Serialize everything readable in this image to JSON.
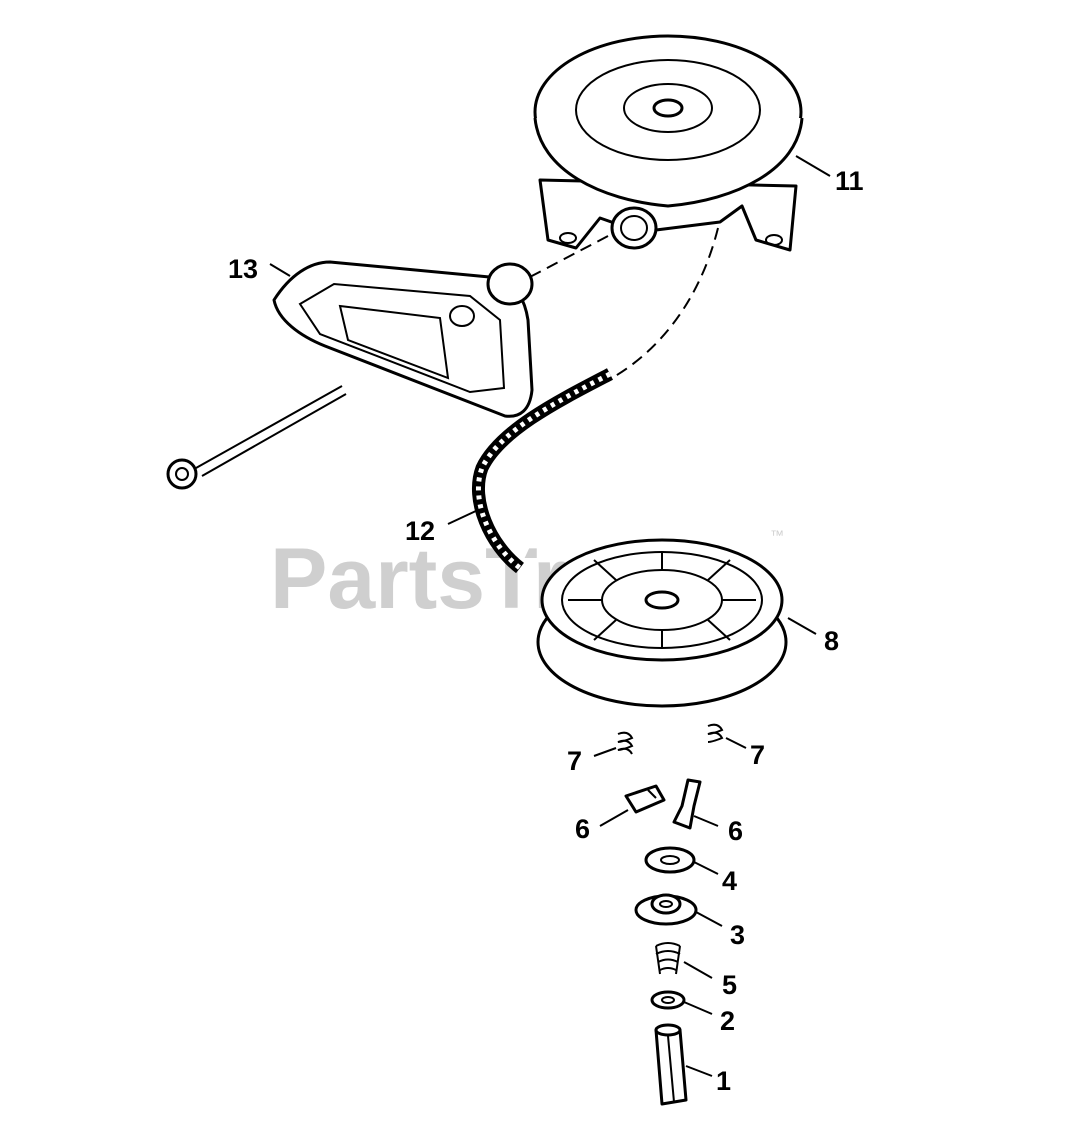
{
  "watermark": {
    "text": "PartsTree",
    "trademark": "™"
  },
  "callouts": {
    "starter_housing": "11",
    "handle": "13",
    "rope": "12",
    "pulley": "8",
    "spring_left": "7",
    "spring_right": "7",
    "pawl_left": "6",
    "pawl_right": "6",
    "washer_upper": "4",
    "retainer": "3",
    "spring_center": "5",
    "washer_lower": "2",
    "pin": "1"
  }
}
